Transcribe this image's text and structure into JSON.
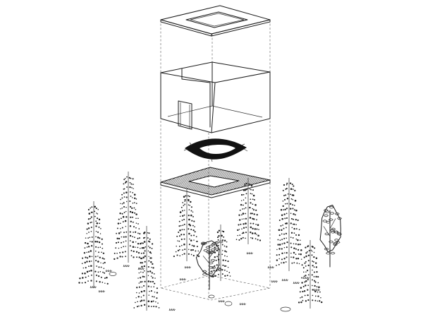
{
  "diagram": {
    "type": "exploded axonometric",
    "style": "black line drawing on white",
    "components": [
      "roof-frame",
      "room-box",
      "ring-opening",
      "hatched-floor-ring",
      "ground-plot",
      "forest"
    ]
  }
}
